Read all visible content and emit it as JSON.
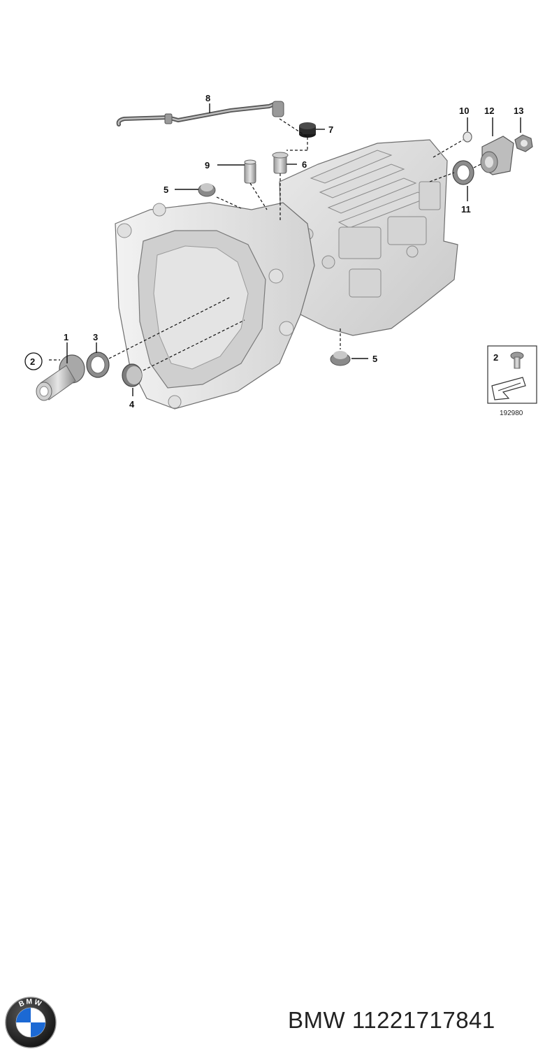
{
  "diagram": {
    "callouts": [
      {
        "label": "1"
      },
      {
        "label": "2"
      },
      {
        "label": "3"
      },
      {
        "label": "4"
      },
      {
        "label": "5"
      },
      {
        "label": "5"
      },
      {
        "label": "6"
      },
      {
        "label": "7"
      },
      {
        "label": "8"
      },
      {
        "label": "9"
      },
      {
        "label": "10"
      },
      {
        "label": "11"
      },
      {
        "label": "12"
      },
      {
        "label": "13"
      }
    ],
    "inset": {
      "label": "2"
    },
    "reference_code": "192980"
  },
  "footer": {
    "brand": "BMW",
    "part_number": "BMW 11221717841",
    "logo_text": "BMW"
  }
}
